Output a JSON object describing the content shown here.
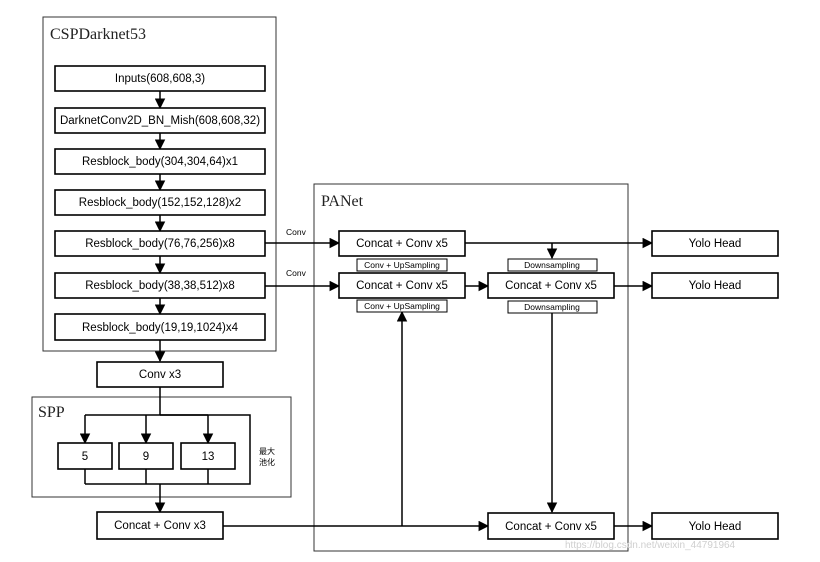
{
  "groups": {
    "backbone_title": "CSPDarknet53",
    "neck_title": "PANet",
    "spp_title": "SPP"
  },
  "backbone": [
    "Inputs(608,608,3)",
    "DarknetConv2D_BN_Mish(608,608,32)",
    "Resblock_body(304,304,64)x1",
    "Resblock_body(152,152,128)x2",
    "Resblock_body(76,76,256)x8",
    "Resblock_body(38,38,512)x8",
    "Resblock_body(19,19,1024)x4"
  ],
  "conv_x3": "Conv x3",
  "spp": {
    "pools": [
      "5",
      "9",
      "13"
    ],
    "pool_note_line1": "最大",
    "pool_note_line2": "池化"
  },
  "bottom_concat": "Concat + Conv x3",
  "panet": {
    "concat_top": "Concat + Conv x5",
    "concat_mid": "Concat + Conv x5",
    "concat_mid_right": "Concat + Conv x5",
    "concat_bottom_right": "Concat + Conv x5",
    "upsampling_1": "Conv + UpSampling",
    "upsampling_2": "Conv + UpSampling",
    "downsampling_1": "Downsampling",
    "downsampling_2": "Downsampling"
  },
  "edge_labels": {
    "conv_1": "Conv",
    "conv_2": "Conv"
  },
  "heads": [
    "Yolo Head",
    "Yolo Head",
    "Yolo Head"
  ],
  "watermark": "https://blog.csdn.net/weixin_44791964"
}
